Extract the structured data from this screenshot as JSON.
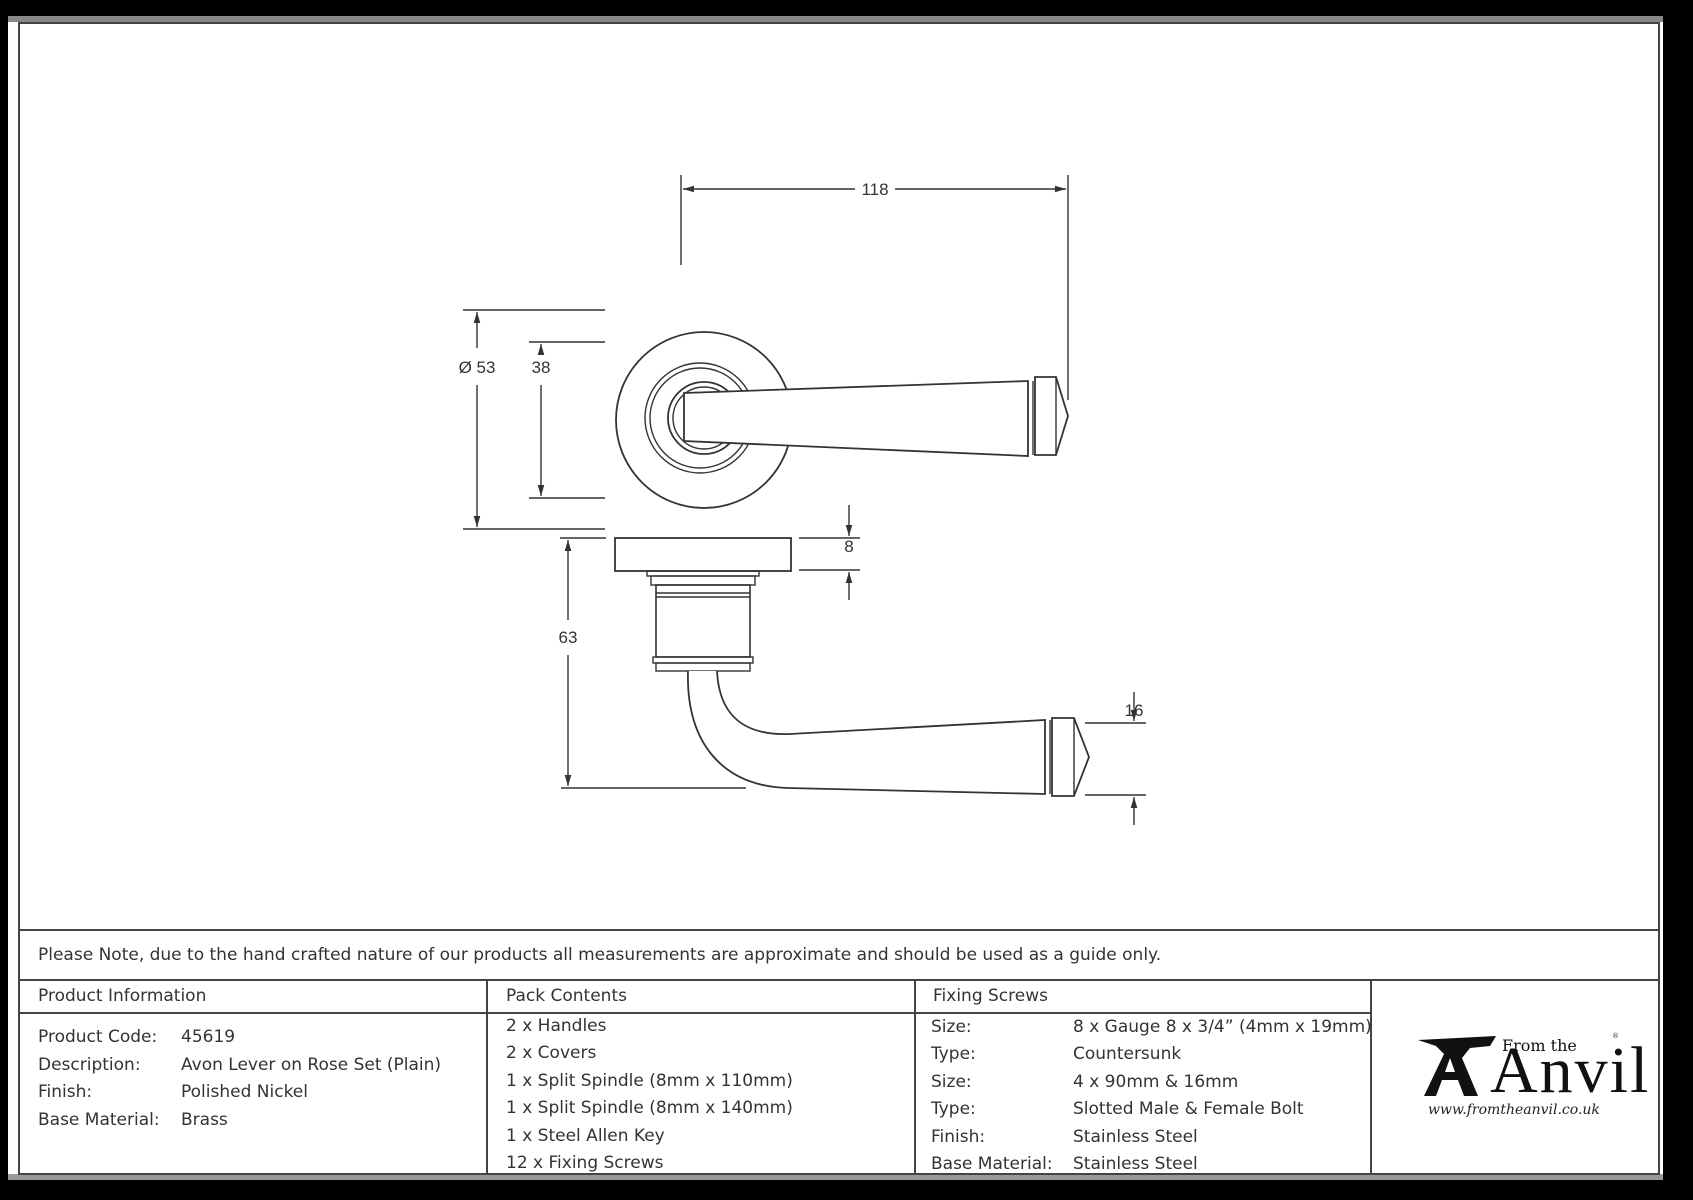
{
  "drawing": {
    "dimensions": {
      "lever_length": "118",
      "rose_diameter": "Ø 53",
      "inner_rose": "38",
      "rose_thickness": "8",
      "overall_projection": "63",
      "lever_tip_height": "16"
    }
  },
  "note": "Please Note, due to the hand crafted nature of our products all measurements are approximate and should be used as a guide only.",
  "product_information": {
    "header": "Product Information",
    "rows": [
      {
        "label": "Product Code:",
        "value": "45619"
      },
      {
        "label": "Description:",
        "value": "Avon Lever on Rose Set (Plain)"
      },
      {
        "label": "Finish:",
        "value": "Polished Nickel"
      },
      {
        "label": "Base Material:",
        "value": "Brass"
      }
    ]
  },
  "pack_contents": {
    "header": "Pack Contents",
    "items": [
      "2 x Handles",
      "2 x Covers",
      "1 x Split Spindle (8mm x 110mm)",
      "1 x Split Spindle (8mm x 140mm)",
      "1 x Steel Allen Key",
      "12 x Fixing Screws"
    ]
  },
  "fixing_screws": {
    "header": "Fixing Screws",
    "rows": [
      {
        "label": "Size:",
        "value": "8 x Gauge 8 x 3/4” (4mm x 19mm)"
      },
      {
        "label": "Type:",
        "value": "Countersunk"
      },
      {
        "label": "Size:",
        "value": "4 x 90mm & 16mm"
      },
      {
        "label": "Type:",
        "value": "Slotted Male & Female Bolt"
      },
      {
        "label": "Finish:",
        "value": "Stainless Steel"
      },
      {
        "label": "Base Material:",
        "value": "Stainless Steel"
      }
    ]
  },
  "logo": {
    "from_the": "From the",
    "brand": "Anvil",
    "registered": "®",
    "url": "www.fromtheanvil.co.uk"
  }
}
